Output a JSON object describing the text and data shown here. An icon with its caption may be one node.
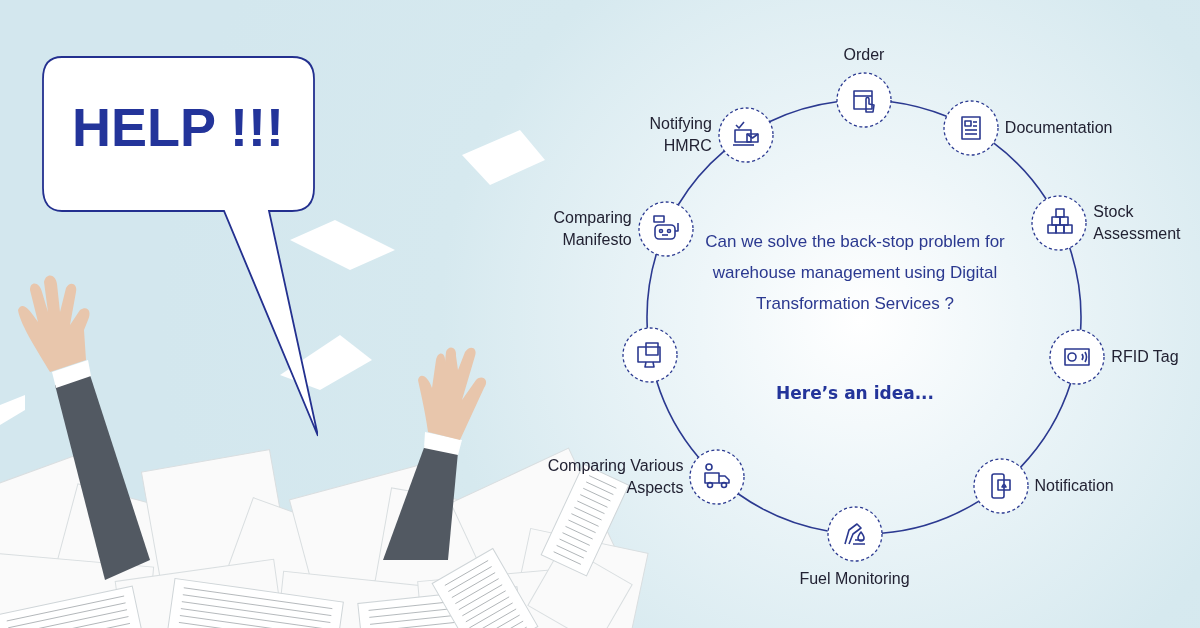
{
  "diagram": {
    "nodes": [
      {
        "text": [
          "HELP !!!"
        ]
      },
      {
        "text": [
          "Order"
        ]
      },
      {
        "text": [
          "Documentation"
        ]
      },
      {
        "text": [
          "Stock Assessment"
        ]
      },
      {
        "text": [
          "RFID Tag"
        ]
      },
      {
        "text": [
          "Notification"
        ]
      },
      {
        "text": [
          "Fuel Monitoring"
        ]
      },
      {
        "text": [
          "Comparing Various Aspects"
        ]
      },
      {
        "text": [],
        "shape": "circle"
      },
      {
        "text": [
          "Comparing Manifesto"
        ]
      },
      {
        "text": [
          "Notifying HMRC"
        ]
      }
    ],
    "edges": [
      {
        "from": 1,
        "to": 2,
        "arrow": "none"
      },
      {
        "from": 2,
        "to": 3,
        "arrow": "none"
      },
      {
        "from": 3,
        "to": 4,
        "arrow": "none"
      },
      {
        "from": 4,
        "to": 5,
        "arrow": "none"
      },
      {
        "from": 5,
        "to": 6,
        "arrow": "none"
      },
      {
        "from": 6,
        "to": 7,
        "arrow": "none"
      },
      {
        "from": 7,
        "to": 8,
        "arrow": "none"
      },
      {
        "from": 8,
        "to": 9,
        "arrow": "none"
      },
      {
        "from": 9,
        "to": 10,
        "arrow": "none"
      },
      {
        "from": 10,
        "to": 1,
        "arrow": "none"
      }
    ],
    "labels": [
      "Can we solve the back-stop problem for warehouse management using Digital Transformation Services ?",
      "Here’s an idea..."
    ]
  }
}
